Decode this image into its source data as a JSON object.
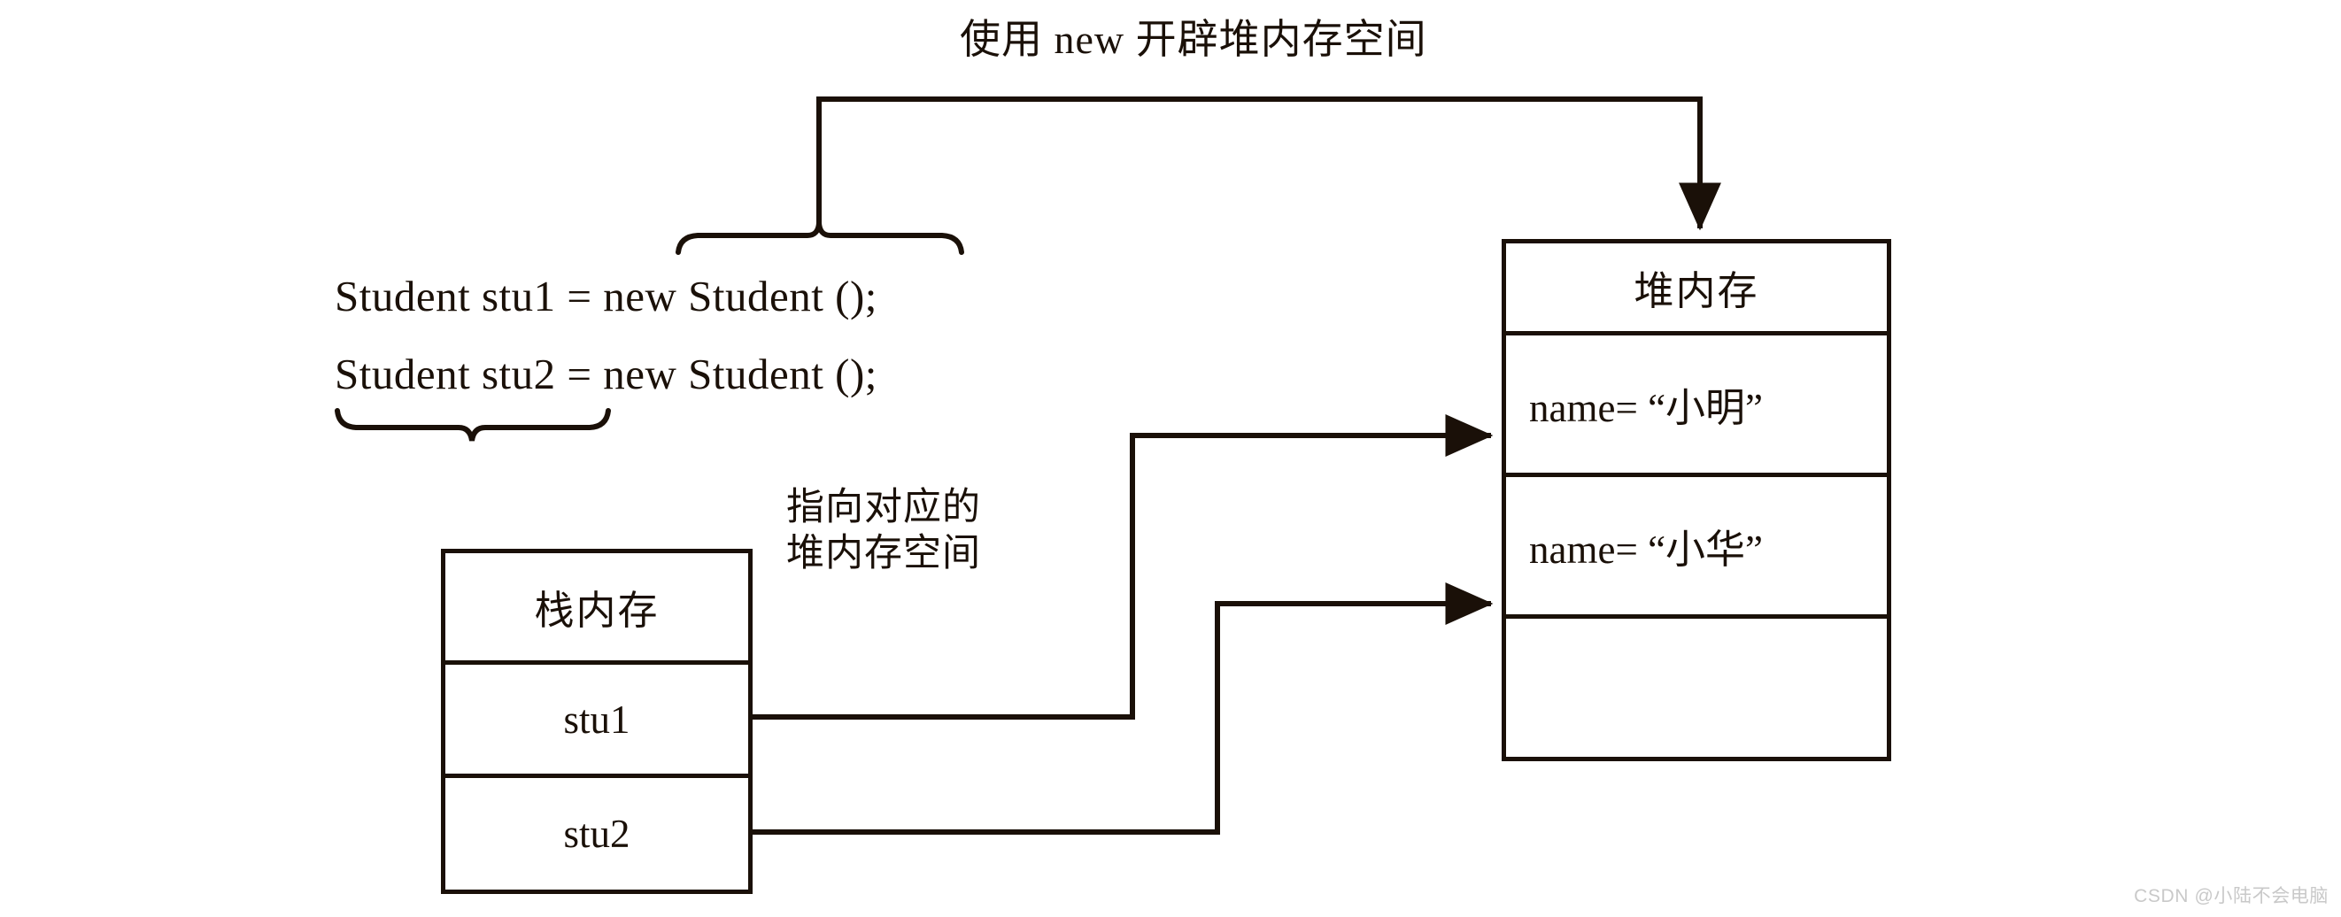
{
  "diagram": {
    "title": "使用 new 开辟堆内存空间",
    "code": {
      "line1": "Student stu1 = new Student ();",
      "line2": "Student stu2 = new Student ();"
    },
    "pointer_note": {
      "line1": "指向对应的",
      "line2": "堆内存空间"
    },
    "stack": {
      "header": "栈内存",
      "slots": [
        "stu1",
        "stu2"
      ]
    },
    "heap": {
      "header": "堆内存",
      "cells": [
        "name= “小明”",
        "name= “小华”",
        ""
      ]
    },
    "colors": {
      "ink": "#1a1008",
      "background": "#ffffff",
      "watermark": "#c9c9c9"
    }
  },
  "watermark": "CSDN @小陆不会电脑"
}
